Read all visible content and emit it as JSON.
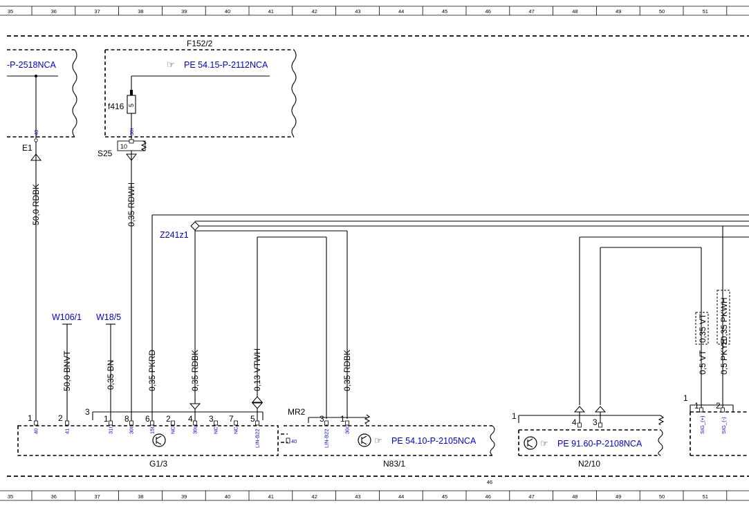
{
  "ruler": {
    "top_numbers": [
      "35",
      "36",
      "37",
      "38",
      "39",
      "40",
      "41",
      "42",
      "43",
      "44",
      "45",
      "46",
      "47",
      "48",
      "49",
      "50",
      "51"
    ],
    "bottom_numbers": [
      "35",
      "36",
      "37",
      "38",
      "39",
      "40",
      "41",
      "42",
      "43",
      "44",
      "45",
      "46",
      "47",
      "48",
      "49",
      "50",
      "51"
    ],
    "mid_marker": "46"
  },
  "components": {
    "f152_2": {
      "name": "F152/2",
      "ref": "PE 54.15-P-2112NCA"
    },
    "left_block": {
      "ref": "-P-2518NCA",
      "pin": "40"
    },
    "f416": {
      "name": "f416",
      "value": "5",
      "pin": "30t"
    },
    "g1_3": {
      "name": "G1/3"
    },
    "n83_1": {
      "name": "N83/1",
      "ref": "PE 54.10-P-2105NCA"
    },
    "n2_10": {
      "name": "N2/10",
      "ref": "PE 91.60-P-2108NCA"
    },
    "z241z1": {
      "name": "Z241z1"
    },
    "w106_1": {
      "name": "W106/1"
    },
    "w18_5": {
      "name": "W18/5"
    },
    "e1": {
      "name": "E1"
    },
    "s25": {
      "name": "S25",
      "pin": "10"
    },
    "mr2": {
      "name": "MR2"
    }
  },
  "wires": [
    {
      "label": "50,0 RDBK"
    },
    {
      "label": "0,35 RDWH"
    },
    {
      "label": "50,0 BNVT"
    },
    {
      "label": "0,35 BN"
    },
    {
      "label": "0,35 PKRD"
    },
    {
      "label": "0,35 RDBK"
    },
    {
      "label": "0,13 VTWH"
    },
    {
      "label": "0,35 RDBK"
    },
    {
      "label": "0,35 VT"
    },
    {
      "label": "0,35 PKWH"
    },
    {
      "label": "0,5 VT"
    },
    {
      "label": "0,5 PKYE"
    }
  ],
  "connector_g1_3": {
    "pins_top": [
      "1",
      "2",
      "3",
      "1",
      "8",
      "6",
      "2",
      "4",
      "3",
      "7",
      "5"
    ],
    "pins_bottom": [
      "40",
      "41",
      "31t",
      "30t",
      "15t",
      "NC",
      "30c",
      "NC",
      "NC",
      "LIN-B22"
    ],
    "side_pin": "40"
  },
  "connector_n83_1": {
    "group": "MR2",
    "pins_top": [
      "3",
      "1"
    ],
    "pins_bottom": [
      "LIN-B22",
      "30c"
    ]
  },
  "connector_n2_10": {
    "group": "1",
    "pins_top": [
      "4",
      "3"
    ]
  },
  "connector_right": {
    "group": "1",
    "pins_top": [
      "1",
      "2"
    ],
    "pins_bottom": [
      "SIG_(+)",
      "SIG_(-)"
    ]
  }
}
